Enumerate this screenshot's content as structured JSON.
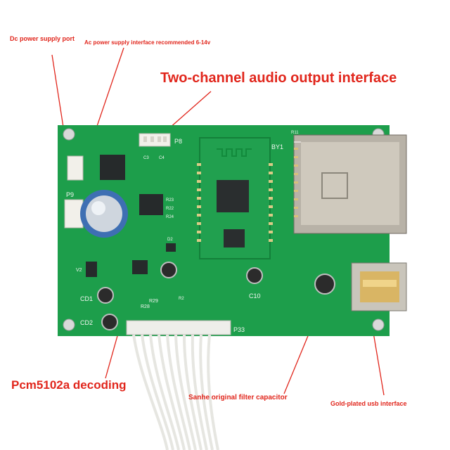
{
  "annotations": {
    "dc_power": "Dc power supply port",
    "ac_power": "Ac power supply interface recommended 6-14v",
    "two_channel": "Two-channel audio output interface",
    "pcm_decoding": "Pcm5102a decoding",
    "sanhe_capacitor": "Sanhe original filter capacitor",
    "gold_usb": "Gold-plated usb interface"
  },
  "silkscreen": {
    "p8": "P8",
    "p9": "P9",
    "by1": "BY1",
    "c10": "C10",
    "p33": "P33",
    "cd1": "CD1",
    "cd2": "CD2",
    "v2": "V2",
    "r11": "R11",
    "c3": "C3",
    "c4": "C4",
    "r23": "R23",
    "r22": "R22",
    "r24": "R24",
    "r28": "R28",
    "r29": "R29",
    "r2": "R2",
    "d2": "D2"
  },
  "colors": {
    "board": "#1a9a48",
    "annotation": "#e1261c",
    "silkscreen": "#f3f7f2"
  }
}
